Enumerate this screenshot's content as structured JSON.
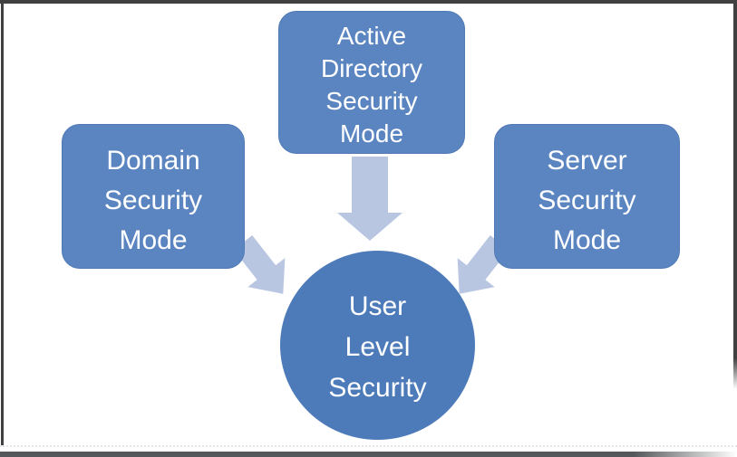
{
  "diagram": {
    "type": "converging-arrows",
    "colors": {
      "background": "#ffffff",
      "frame": "#404040",
      "frame_bottom": "#55585a",
      "node_fill": "#5b85c1",
      "center_fill": "#4d7bba",
      "arrow": "#b9c6e2",
      "text": "#ffffff"
    },
    "nodes": {
      "domain": {
        "label": "Domain Security Mode",
        "lines": [
          "Domain",
          "Security",
          "Mode"
        ]
      },
      "active_directory": {
        "label": "Active Directory Security Mode",
        "lines": [
          "Active",
          "Directory",
          "Security",
          "Mode"
        ]
      },
      "server": {
        "label": "Server Security Mode",
        "lines": [
          "Server",
          "Security",
          "Mode"
        ]
      },
      "center": {
        "label": "User Level Security",
        "lines": [
          "User",
          "Level",
          "Security"
        ]
      }
    },
    "arrows": [
      {
        "from": "Active Directory Security Mode",
        "to": "User Level Security",
        "direction": "down"
      },
      {
        "from": "Domain Security Mode",
        "to": "User Level Security",
        "direction": "down-right"
      },
      {
        "from": "Server Security Mode",
        "to": "User Level Security",
        "direction": "down-left"
      }
    ]
  }
}
